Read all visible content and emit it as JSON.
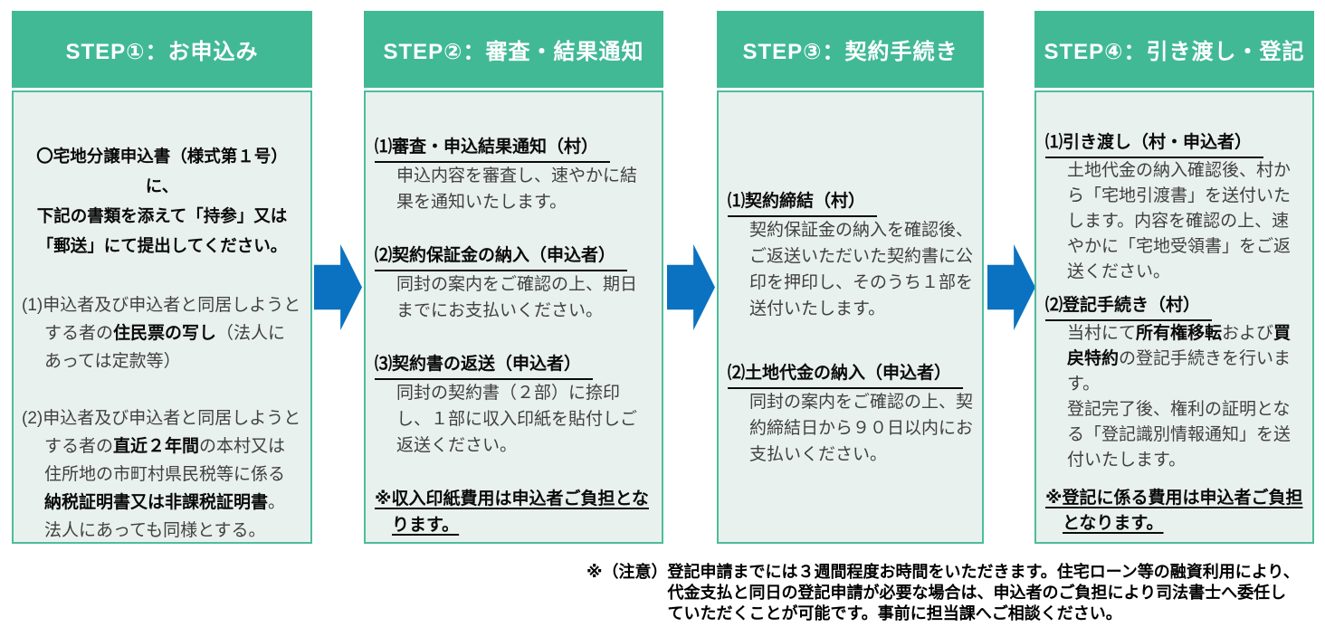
{
  "colors": {
    "header_green": "#41B995",
    "panel_border_green": "#4CBD9C",
    "panel_bg": "#E9F1EE",
    "arrow_blue": "#0B72C1",
    "header_text": "#ffffff",
    "body_text": "#404040",
    "emphasis_text": "#0a0a0a"
  },
  "steps": [
    {
      "title": "STEP①：お申込み",
      "intro": "〇宅地分譲申込書（様式第１号）に、\n下記の書類を添えて「持参」又は\n「郵送」にて提出してください。",
      "items": [
        {
          "segments": [
            {
              "t": "(1)申込者及び申込者と同居しようとする者の"
            },
            {
              "t": "住民票の写し",
              "b": true
            },
            {
              "t": "（法人にあっては定款等）"
            }
          ]
        },
        {
          "segments": [
            {
              "t": "(2)申込者及び申込者と同居しようとする者の"
            },
            {
              "t": "直近２年間",
              "b": true
            },
            {
              "t": "の本村又は住所地の市町村県民税等に係る"
            },
            {
              "t": "納税証明書又は非課税証明書",
              "b": true
            },
            {
              "t": "。法人にあっても同様とする。"
            }
          ]
        }
      ]
    },
    {
      "title": "STEP②：審査・結果通知",
      "sections": [
        {
          "heading": "⑴審査・申込結果通知（村）",
          "body": "申込内容を審査し、速やかに結果を通知いたします。"
        },
        {
          "heading": "⑵契約保証金の納入（申込者）",
          "body": "同封の案内をご確認の上、期日までにお支払いください。"
        },
        {
          "heading": "⑶契約書の返送（申込者）",
          "body": "同封の契約書（２部）に捺印し、１部に収入印紙を貼付しご返送ください。"
        }
      ],
      "note": "※収入印紙費用は申込者ご負担となります。"
    },
    {
      "title": "STEP③：契約手続き",
      "sections": [
        {
          "heading": "⑴契約締結（村）",
          "body": "契約保証金の納入を確認後、ご返送いただいた契約書に公印を押印し、そのうち１部を送付いたします。"
        },
        {
          "heading": "⑵土地代金の納入（申込者）",
          "body": "同封の案内をご確認の上、契約締結日から９０日以内にお支払いください。"
        }
      ]
    },
    {
      "title": "STEP④：引き渡し・登記",
      "sections": [
        {
          "heading": "⑴引き渡し（村・申込者）",
          "body": "土地代金の納入確認後、村から「宅地引渡書」を送付いたします。内容を確認の上、速やかに「宅地受領書」をご返送ください。"
        },
        {
          "heading": "⑵登記手続き（村）",
          "segments": [
            {
              "t": "当村にて"
            },
            {
              "t": "所有権移転",
              "b": true
            },
            {
              "t": "および"
            },
            {
              "t": "買戻特約",
              "b": true
            },
            {
              "t": "の登記手続きを行います。\n登記完了後、権利の証明となる「登記識別情報通知」を送付いたします。"
            }
          ]
        }
      ],
      "note": "※登記に係る費用は申込者ご負担となります。"
    }
  ],
  "footer": {
    "label": "※（注意）",
    "text": "登記申請までには３週間程度お時間をいただきます。住宅ローン等の融資利用により、\n代金支払と同日の登記申請が必要な場合は、申込者のご負担により司法書士へ委任し\nていただくことが可能です。事前に担当課へご相談ください。"
  }
}
